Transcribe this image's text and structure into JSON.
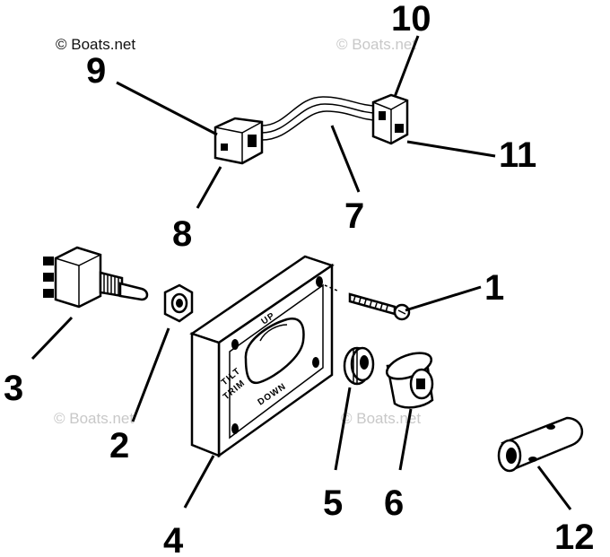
{
  "watermarks": {
    "primary": "© Boats.net",
    "repeat": "© Boats.net"
  },
  "plate_labels": {
    "up": "UP",
    "down": "DOWN",
    "tilt": "TILT",
    "trim": "TRIM"
  },
  "callouts": {
    "c1": "1",
    "c2": "2",
    "c3": "3",
    "c4": "4",
    "c5": "5",
    "c6": "6",
    "c7": "7",
    "c8": "8",
    "c9": "9",
    "c10": "10",
    "c11": "11",
    "c12": "12"
  }
}
